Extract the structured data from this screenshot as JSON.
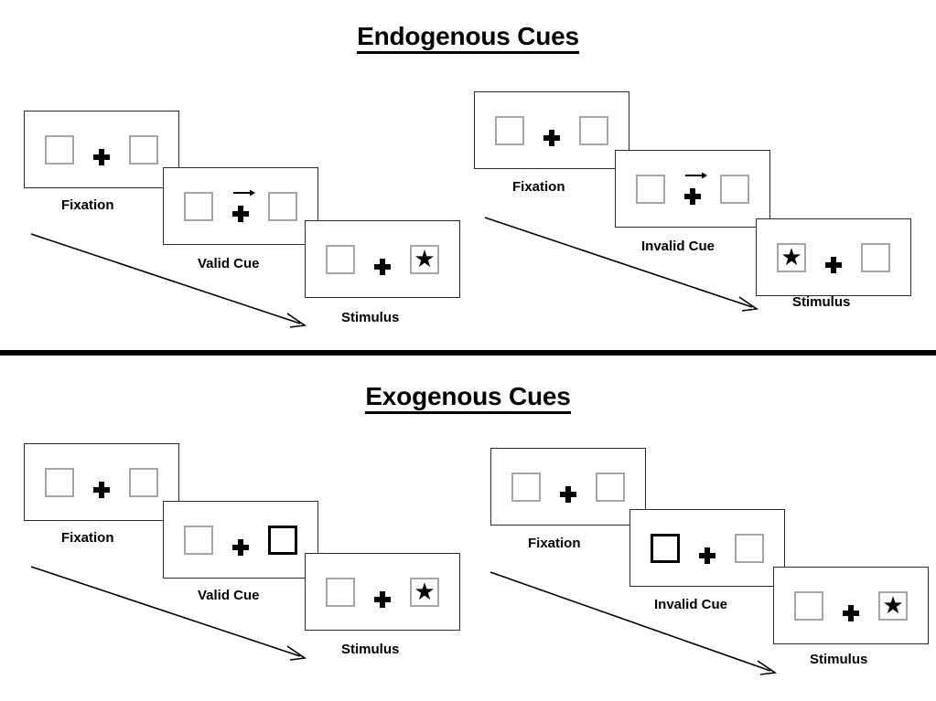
{
  "figure": {
    "background_color": "#ffffff",
    "box_border_color": "#a6a6a6",
    "cued_box_border_color": "#000000",
    "frame_border_color": "#2a2a2a",
    "ink_color": "#000000"
  },
  "sections": [
    {
      "id": "endogenous",
      "title": "Endogenous Cues",
      "columns": [
        {
          "id": "endogenous-valid",
          "cue_type": "valid",
          "panels": [
            {
              "id": "endo-valid-fixation",
              "label": "Fixation",
              "left_box": "empty",
              "right_box": "empty",
              "center": "plus",
              "cue_arrow": "none"
            },
            {
              "id": "endo-valid-cue",
              "label": "Valid Cue",
              "left_box": "empty",
              "right_box": "empty",
              "center": "plus-with-arrow",
              "cue_arrow": "right"
            },
            {
              "id": "endo-valid-stimulus",
              "label": "Stimulus",
              "left_box": "empty",
              "right_box": "star",
              "center": "plus",
              "cue_arrow": "none"
            }
          ]
        },
        {
          "id": "endogenous-invalid",
          "cue_type": "invalid",
          "panels": [
            {
              "id": "endo-invalid-fixation",
              "label": "Fixation",
              "left_box": "empty",
              "right_box": "empty",
              "center": "plus",
              "cue_arrow": "none"
            },
            {
              "id": "endo-invalid-cue",
              "label": "Invalid Cue",
              "left_box": "empty",
              "right_box": "empty",
              "center": "plus-with-arrow",
              "cue_arrow": "right"
            },
            {
              "id": "endo-invalid-stimulus",
              "label": "Stimulus",
              "left_box": "star",
              "right_box": "empty",
              "center": "plus",
              "cue_arrow": "none"
            }
          ]
        }
      ]
    },
    {
      "id": "exogenous",
      "title": "Exogenous Cues",
      "columns": [
        {
          "id": "exogenous-valid",
          "cue_type": "valid",
          "panels": [
            {
              "id": "exo-valid-fixation",
              "label": "Fixation",
              "left_box": "empty",
              "right_box": "empty",
              "center": "plus",
              "cue_arrow": "none"
            },
            {
              "id": "exo-valid-cue",
              "label": "Valid Cue",
              "left_box": "empty",
              "right_box": "cued",
              "center": "plus",
              "cue_arrow": "none"
            },
            {
              "id": "exo-valid-stimulus",
              "label": "Stimulus",
              "left_box": "empty",
              "right_box": "star",
              "center": "plus",
              "cue_arrow": "none"
            }
          ]
        },
        {
          "id": "exogenous-invalid",
          "cue_type": "invalid",
          "panels": [
            {
              "id": "exo-invalid-fixation",
              "label": "Fixation",
              "left_box": "empty",
              "right_box": "empty",
              "center": "plus",
              "cue_arrow": "none"
            },
            {
              "id": "exo-invalid-cue",
              "label": "Invalid Cue",
              "left_box": "cued",
              "right_box": "empty",
              "center": "plus",
              "cue_arrow": "none"
            },
            {
              "id": "exo-invalid-stimulus",
              "label": "Stimulus",
              "left_box": "empty",
              "right_box": "star",
              "center": "plus",
              "cue_arrow": "none"
            }
          ]
        }
      ]
    },
    {
      "id": "divider",
      "title": ""
    }
  ],
  "glyphs": {
    "star": "★",
    "plus": "plus-icon",
    "cue_arrow": "arrow-right-icon",
    "flow_arrow": "arrow-diagonal-down-right-icon"
  },
  "labels": {
    "endogenous_title": "Endogenous Cues",
    "exogenous_title": "Exogenous Cues",
    "fixation": "Fixation",
    "valid_cue": "Valid Cue",
    "invalid_cue": "Invalid Cue",
    "stimulus": "Stimulus"
  }
}
